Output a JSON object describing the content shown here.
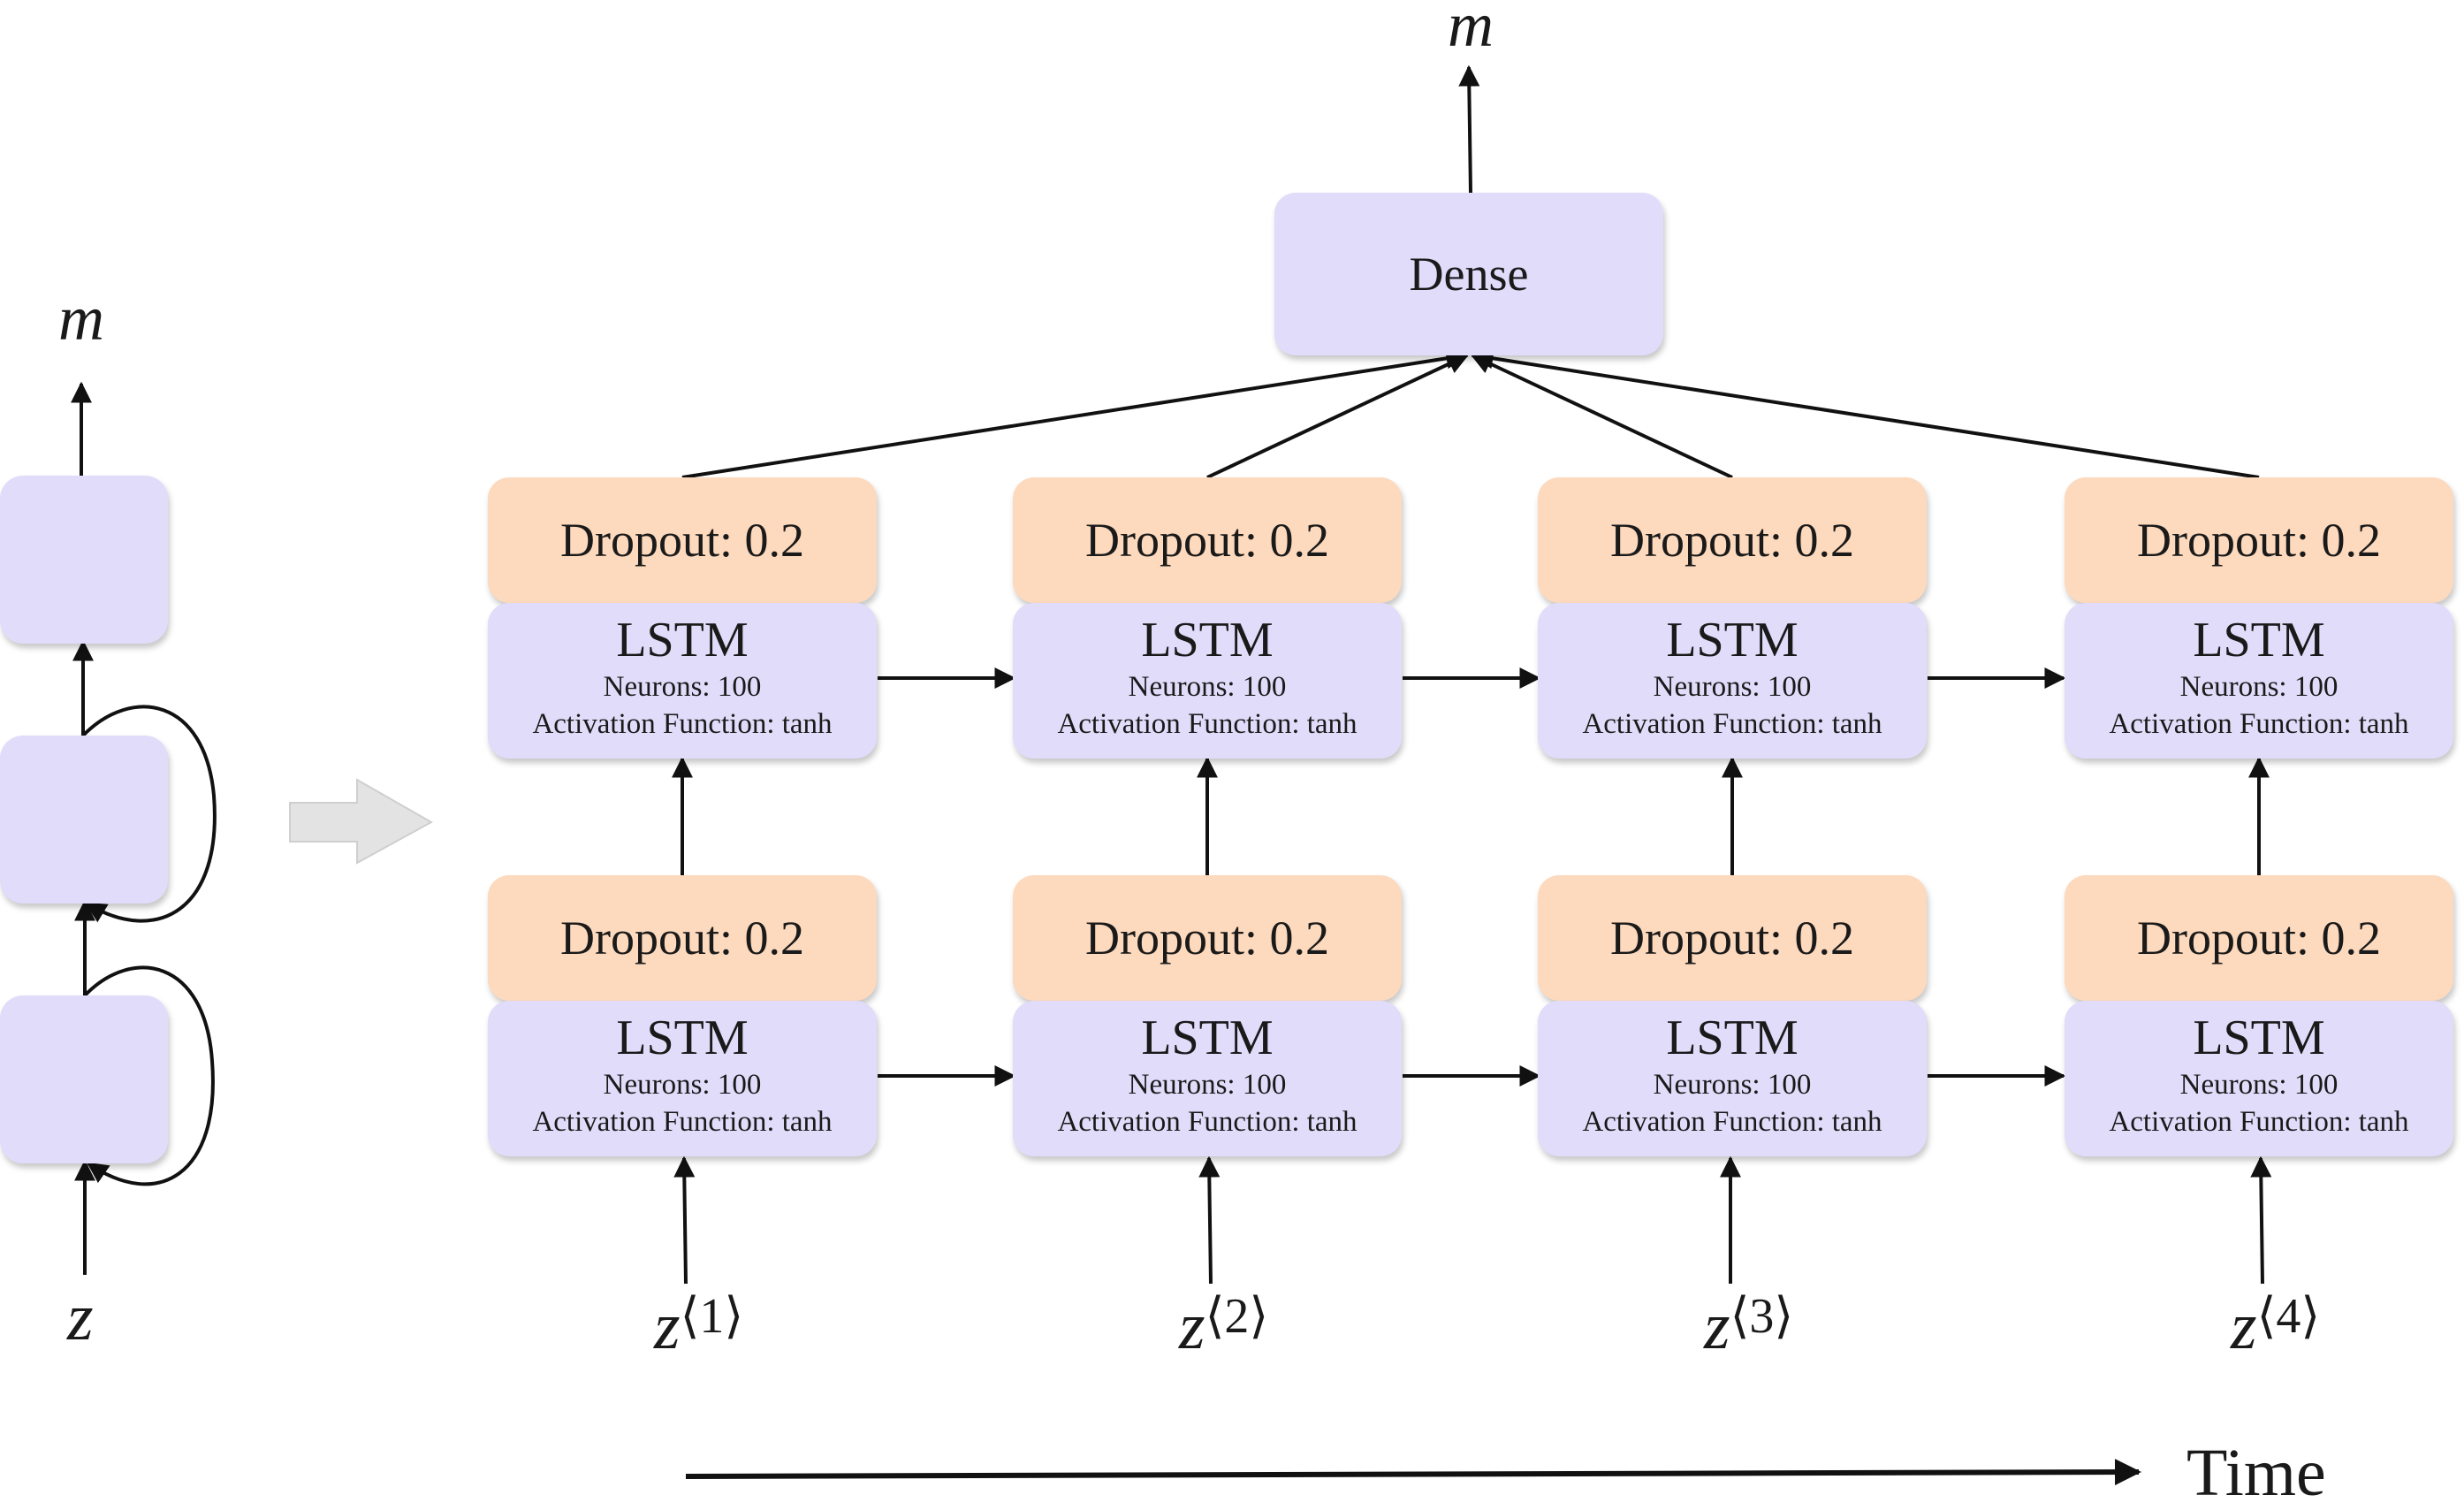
{
  "output_symbol": "m",
  "input_symbol": "z",
  "dense_label": "Dense",
  "dropout_label": "Dropout: 0.2",
  "lstm": {
    "title": "LSTM",
    "neurons": "Neurons: 100",
    "activation": "Activation Function: tanh"
  },
  "time_steps": [
    {
      "base": "z",
      "index": "⟨1⟩"
    },
    {
      "base": "z",
      "index": "⟨2⟩"
    },
    {
      "base": "z",
      "index": "⟨3⟩"
    },
    {
      "base": "z",
      "index": "⟨4⟩"
    }
  ],
  "time_label": "Time",
  "colors": {
    "lstm_fill": "#e0dcfa",
    "dropout_fill": "#fdd9bd",
    "dense_fill": "#e0dcfa",
    "arrow": "#111111",
    "unroll_arrow": "#e3e3e3"
  }
}
